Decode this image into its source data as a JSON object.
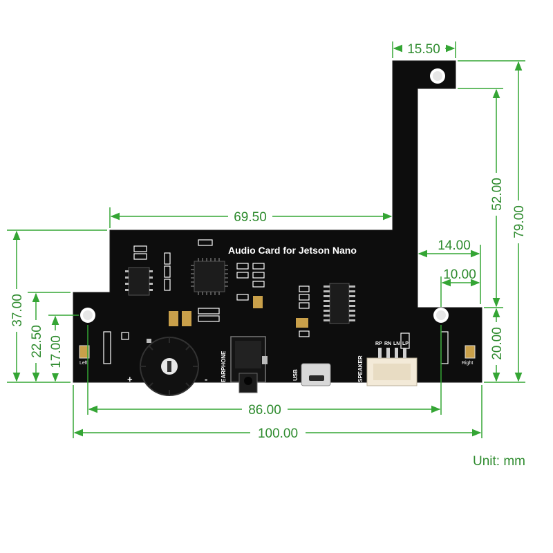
{
  "colors": {
    "dimension": "#34a534",
    "pcb": "#0d0d0d",
    "silkscreen": "#ffffff",
    "pad": "#c9a04a",
    "connector": "#f3ead8"
  },
  "board": {
    "title": "Audio Card for Jetson Nano",
    "labels": {
      "left_mic": "Left",
      "right_mic": "Right",
      "earphone": "EARPHONE",
      "usb": "USB",
      "speaker": "SPEAKER",
      "plus": "+",
      "minus": "-",
      "pin_rp": "RP",
      "pin_rn": "RN",
      "pin_ln": "LN",
      "pin_lp": "LP"
    }
  },
  "dimensions": {
    "top_arm_width": "15.50",
    "arm_height": "52.00",
    "total_height": "79.00",
    "left_step_width": "69.50",
    "right_hole_outer": "14.00",
    "right_hole_inner": "10.00",
    "right_lower_height": "20.00",
    "left_height": "37.00",
    "left_hole_height": "22.50",
    "left_mic_height": "17.00",
    "hole_spacing": "86.00",
    "total_width": "100.00"
  },
  "unit_label": "Unit: mm"
}
